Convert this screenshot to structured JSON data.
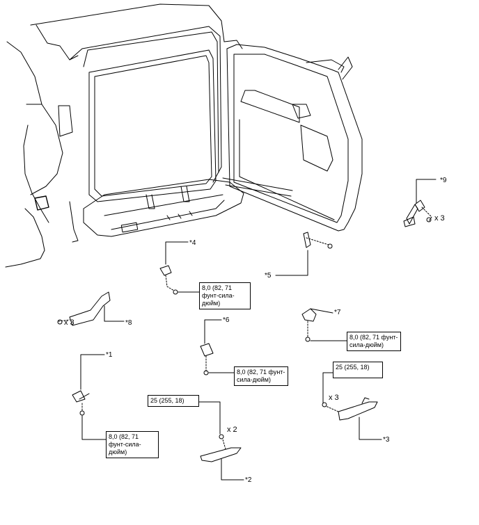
{
  "callouts": {
    "c1": "*1",
    "c2": "*2",
    "c3": "*3",
    "c4": "*4",
    "c5": "*5",
    "c6": "*6",
    "c7": "*7",
    "c8": "*8",
    "c9": "*9"
  },
  "torque": {
    "t4": "8,0 (82, 71 фунт-сила-дюйм)",
    "t6": "8,0 (82, 71 фунт-сила-дюйм)",
    "t7": "8,0 (82, 71 фунт-сила-дюйм)",
    "t1": "8,0 (82, 71 фунт-сила-дюйм)",
    "t2": "25 (255, 18)",
    "t3": "25 (255, 18)"
  },
  "quantities": {
    "q9": "x 3",
    "q8": "x 3",
    "q2": "x 2",
    "q3": "x 3"
  }
}
